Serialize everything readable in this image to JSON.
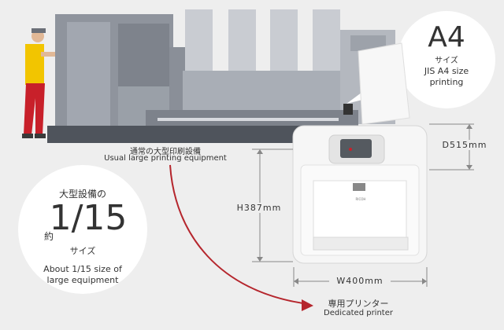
{
  "large_equipment": {
    "label_ja": "通常の大型印刷設備",
    "label_en": "Usual large printing equipment"
  },
  "size_bubble": {
    "line1": "大型設備の",
    "prefix": "約",
    "fraction": "1/15",
    "suffix": "サイズ",
    "en_line1": "About 1/15 size of",
    "en_line2": "large equipment"
  },
  "a4_bubble": {
    "big": "A4",
    "small": "サイズ",
    "en_line1": "JIS A4 size",
    "en_line2": "printing"
  },
  "dimensions": {
    "depth": "D515mm",
    "height": "H387mm",
    "width": "W400mm"
  },
  "printer": {
    "label_ja": "専用プリンター",
    "label_en": "Dedicated printer",
    "brand": "RICOH"
  },
  "colors": {
    "arrow": "#b5262d",
    "machine": "#8a8f99",
    "worker_shirt": "#f2c500",
    "worker_pants": "#c8202a",
    "background": "#eeeeee"
  }
}
